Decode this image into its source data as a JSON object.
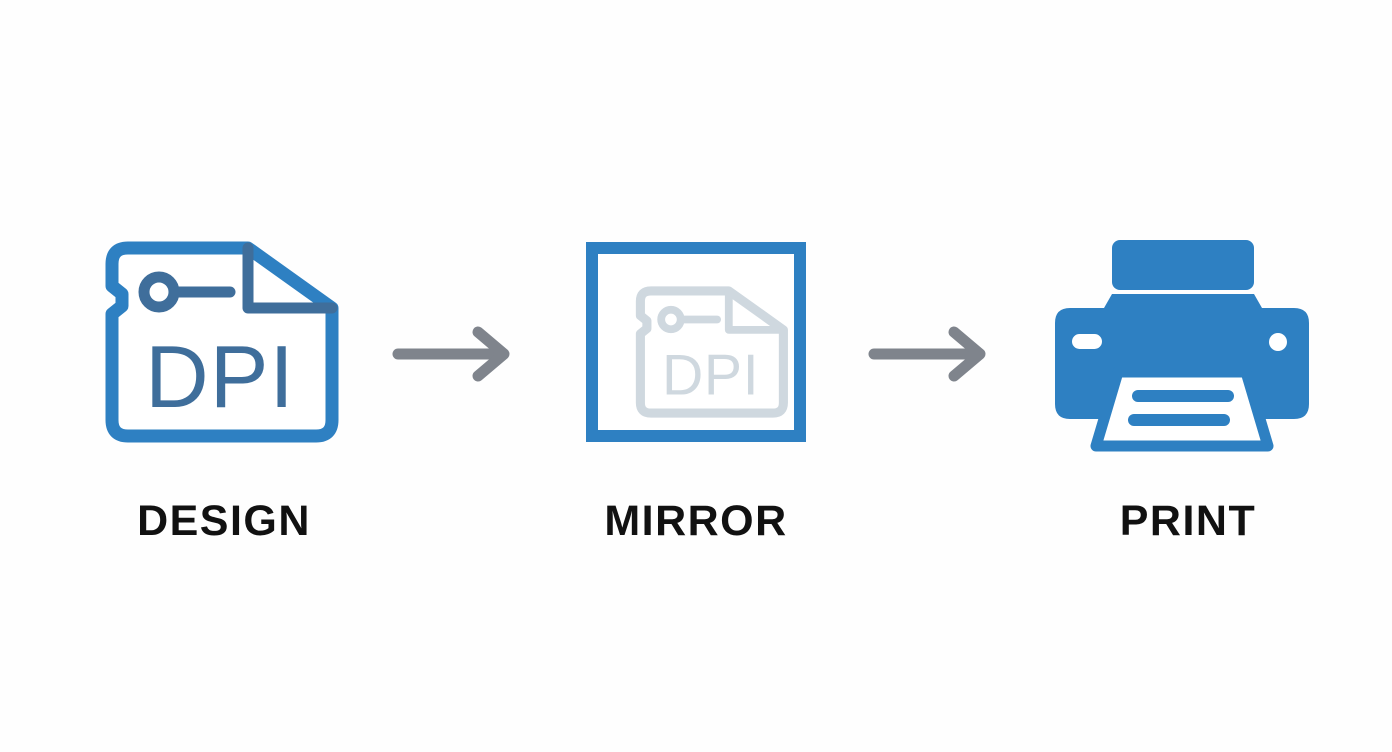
{
  "diagram": {
    "title_text": "",
    "type": "process-flow",
    "background_color": "#fefefe",
    "orientation": "horizontal",
    "step_count": 3,
    "arrow_count": 2
  },
  "palette": {
    "accent_blue": "#2E80C2",
    "muted_blue": "#3F6E9B",
    "ghost_gray": "#CFD8DF",
    "arrow_gray": "#7F848C",
    "label_black": "#111111",
    "white": "#ffffff"
  },
  "steps": [
    {
      "id": "design",
      "label": "DESIGN",
      "icon_name": "dpi-document-icon",
      "icon_inner_text": "DPI",
      "icon_style": "outline",
      "icon_stroke": "#2E80C2",
      "icon_detail_stroke": "#3F6E9B"
    },
    {
      "id": "mirror",
      "label": "MIRROR",
      "icon_name": "mirrored-dpi-document-in-frame-icon",
      "icon_inner_text": "DPI",
      "icon_style": "framed-ghost",
      "icon_stroke": "#2E80C2",
      "icon_detail_stroke": "#CFD8DF"
    },
    {
      "id": "print",
      "label": "PRINT",
      "icon_name": "printer-icon",
      "icon_inner_text": "",
      "icon_style": "solid",
      "icon_stroke": "#2E80C2",
      "icon_detail_stroke": "#ffffff"
    }
  ],
  "arrows": [
    {
      "id": "arrow-1",
      "from": "design",
      "to": "mirror",
      "color": "#7F848C",
      "direction": "right"
    },
    {
      "id": "arrow-2",
      "from": "mirror",
      "to": "print",
      "color": "#7F848C",
      "direction": "right"
    }
  ]
}
